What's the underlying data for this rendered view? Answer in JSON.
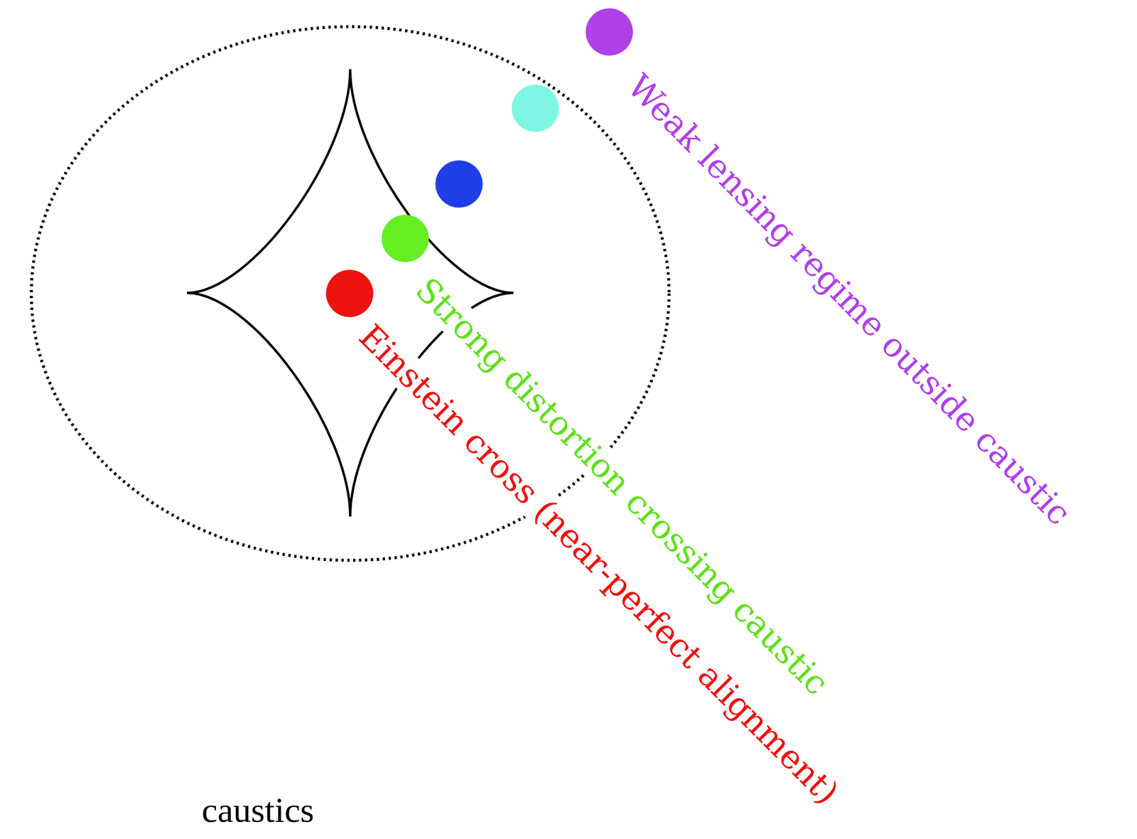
{
  "diagram": {
    "labels": [
      "Weak lensing regime outside caustic",
      "Strong distortion crossing caustic",
      "Einstein cross (near-perfect alignment)",
      "caustics"
    ]
  }
}
